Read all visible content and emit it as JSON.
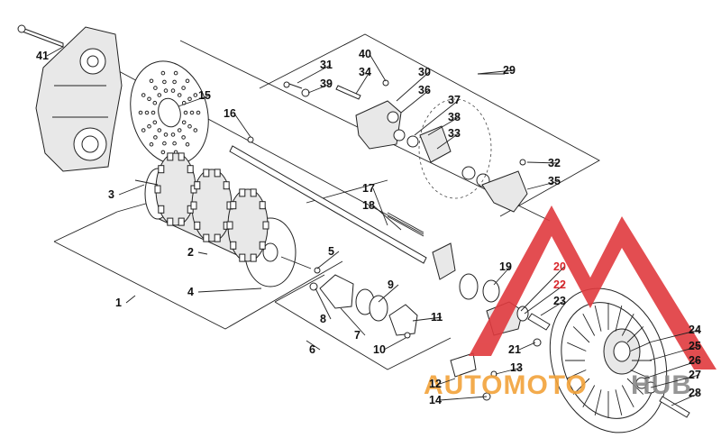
{
  "callouts": [
    {
      "id": "c41",
      "text": "41"
    },
    {
      "id": "c31",
      "text": "31"
    },
    {
      "id": "c39",
      "text": "39"
    },
    {
      "id": "c40",
      "text": "40"
    },
    {
      "id": "c34",
      "text": "34"
    },
    {
      "id": "c30",
      "text": "30"
    },
    {
      "id": "c36",
      "text": "36"
    },
    {
      "id": "c29",
      "text": "29"
    },
    {
      "id": "c37",
      "text": "37"
    },
    {
      "id": "c38",
      "text": "38"
    },
    {
      "id": "c33",
      "text": "33"
    },
    {
      "id": "c32",
      "text": "32"
    },
    {
      "id": "c35",
      "text": "35"
    },
    {
      "id": "c15",
      "text": "15"
    },
    {
      "id": "c16",
      "text": "16"
    },
    {
      "id": "c3",
      "text": "3"
    },
    {
      "id": "c17",
      "text": "17"
    },
    {
      "id": "c18",
      "text": "18"
    },
    {
      "id": "c5",
      "text": "5"
    },
    {
      "id": "c2",
      "text": "2"
    },
    {
      "id": "c4",
      "text": "4"
    },
    {
      "id": "c1",
      "text": "1"
    },
    {
      "id": "c19",
      "text": "19"
    },
    {
      "id": "c20",
      "text": "20"
    },
    {
      "id": "c22",
      "text": "22"
    },
    {
      "id": "c23",
      "text": "23"
    },
    {
      "id": "c9",
      "text": "9"
    },
    {
      "id": "c8",
      "text": "8"
    },
    {
      "id": "c11",
      "text": "11"
    },
    {
      "id": "c7",
      "text": "7"
    },
    {
      "id": "c10",
      "text": "10"
    },
    {
      "id": "c6",
      "text": "6"
    },
    {
      "id": "c21",
      "text": "21"
    },
    {
      "id": "c24",
      "text": "24"
    },
    {
      "id": "c25",
      "text": "25"
    },
    {
      "id": "c13",
      "text": "13"
    },
    {
      "id": "c26",
      "text": "26"
    },
    {
      "id": "c27",
      "text": "27"
    },
    {
      "id": "c12",
      "text": "12"
    },
    {
      "id": "c28",
      "text": "28"
    },
    {
      "id": "c14",
      "text": "14"
    }
  ],
  "red_callouts": [
    "20",
    "22"
  ],
  "watermark": {
    "text_left": "AUTOMOTO",
    "text_right": "HUB",
    "color_red": "#e03a3e",
    "color_orange": "#f2a33a",
    "color_gray": "#8a8a8a"
  }
}
